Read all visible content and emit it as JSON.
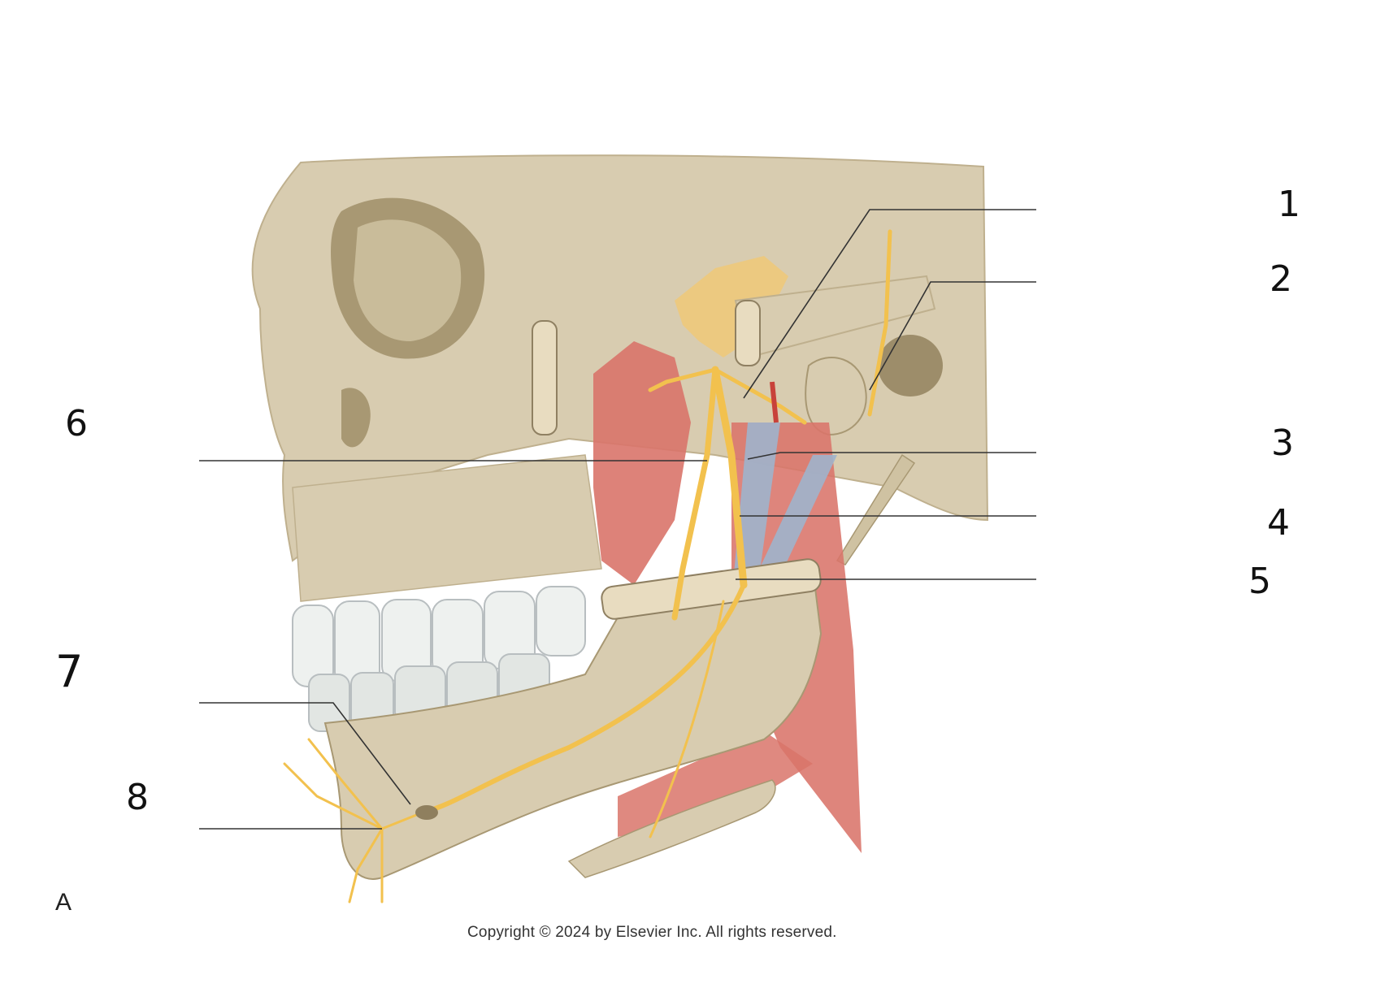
{
  "labels": {
    "n1": "1",
    "n2": "2",
    "n3": "3",
    "n4": "4",
    "n5": "5",
    "n6": "6",
    "n7": "7",
    "n8": "8"
  },
  "panel_letter": "A",
  "copyright": "Copyright © 2024 by Elsevier Inc. All rights reserved.",
  "colors": {
    "bone": "#d8ccb0",
    "bone_shadow": "#b9a987",
    "nerve": "#f2c14e",
    "muscle": "#d9746a",
    "ligament": "#9fb4cc",
    "teeth": "#eef1ef",
    "leader_line": "#333333"
  }
}
